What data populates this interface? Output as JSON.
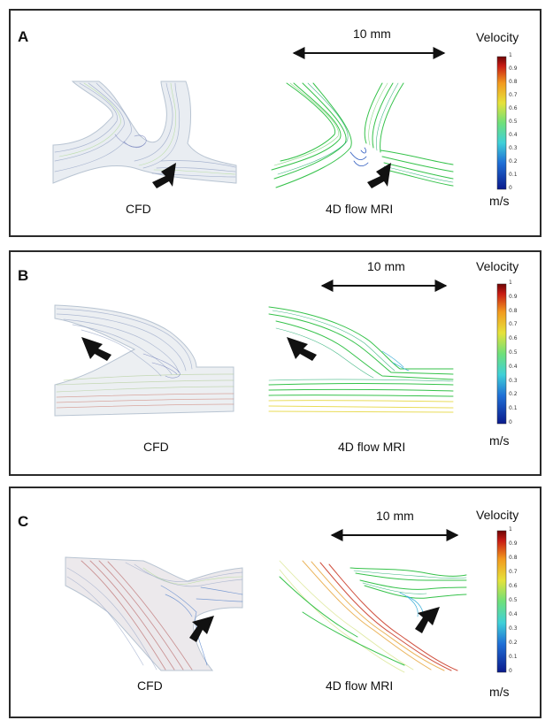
{
  "colors": {
    "frame": "#2a2a2a",
    "cfd_base": "#c9d3df",
    "mri_green": "#35c24a",
    "arrow": "#111111",
    "colorbar_stops": [
      "#0a1a8c",
      "#1f6fd6",
      "#3fd0d8",
      "#6ee07a",
      "#e6e23a",
      "#f29a1e",
      "#c81b14",
      "#6e0505"
    ]
  },
  "panels": [
    {
      "letter": "A",
      "cfd_label": "CFD",
      "mri_label": "4D flow MRI",
      "scale_label": "10 mm",
      "colorbar": {
        "title": "Velocity",
        "unit": "m/s",
        "ticks": [
          "1",
          "0.9",
          "0.8",
          "0.7",
          "0.6",
          "0.5",
          "0.4",
          "0.3",
          "0.2",
          "0.1",
          "0"
        ]
      }
    },
    {
      "letter": "B",
      "cfd_label": "CFD",
      "mri_label": "4D flow MRI",
      "scale_label": "10 mm",
      "colorbar": {
        "title": "Velocity",
        "unit": "m/s",
        "ticks": [
          "1",
          "0.9",
          "0.8",
          "0.7",
          "0.6",
          "0.5",
          "0.4",
          "0.3",
          "0.2",
          "0.1",
          "0"
        ]
      }
    },
    {
      "letter": "C",
      "cfd_label": "CFD",
      "mri_label": "4D flow MRI",
      "scale_label": "10 mm",
      "colorbar": {
        "title": "Velocity",
        "unit": "m/s",
        "ticks": [
          "1",
          "0.9",
          "0.8",
          "0.7",
          "0.6",
          "0.5",
          "0.4",
          "0.3",
          "0.2",
          "0.1",
          "0"
        ]
      }
    }
  ]
}
